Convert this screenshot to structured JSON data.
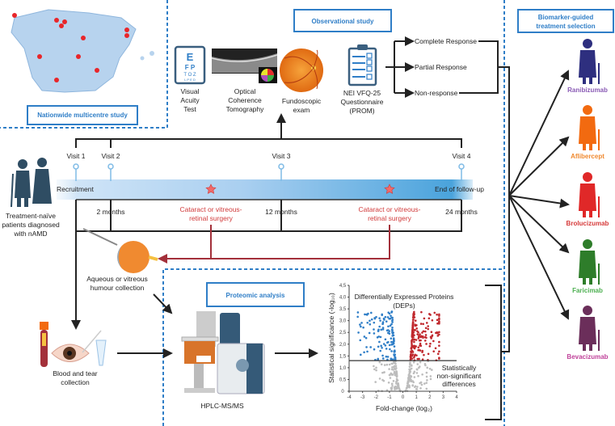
{
  "regions": {
    "nationwide": "Nationwide multicentre study",
    "observational": "Observational study",
    "biomarker": [
      "Biomarker-guided",
      "treatment selection"
    ],
    "proteomic": "Proteomic analysis"
  },
  "assessments": [
    {
      "lines": [
        "Visual",
        "Acuity",
        "Test"
      ]
    },
    {
      "lines": [
        "Optical",
        "Coherence",
        "Tomography"
      ]
    },
    {
      "lines": [
        "Fundoscopic",
        "exam"
      ]
    },
    {
      "lines": [
        "NEI VFQ-25",
        "Questionnaire",
        "(PROM)"
      ]
    }
  ],
  "eye_chart_letters": [
    "E",
    "F P",
    "T O Z",
    "L P E D"
  ],
  "responses": [
    "Complete Response",
    "Partial Response",
    "Non-response"
  ],
  "patients": [
    "Treatment-naïve",
    "patients diagnosed",
    "with nAMD"
  ],
  "timeline": {
    "visits": [
      "Visit 1",
      "Visit 2",
      "Visit 3",
      "Visit 4"
    ],
    "start": "Recruitment",
    "end": "End of follow-up",
    "months": [
      "2 months",
      "12 months",
      "24 months"
    ],
    "surgery": [
      "Cataract or vitreous-",
      "retinal surgery"
    ]
  },
  "samples": {
    "aqueous": [
      "Aqueous or vitreous",
      "humour collection"
    ],
    "blood_tear": [
      "Blood and tear",
      "collection"
    ],
    "instrument": "HPLC-MS/MS"
  },
  "volcano": {
    "title": [
      "Differentially Expressed Proteins",
      "(DEPs)"
    ],
    "ylabel": "Statistical significance (-log₁₀)",
    "xlabel": "Fold-change (log₂)",
    "xticks": [
      "-4",
      "-3",
      "-2",
      "-1",
      "0",
      "1",
      "2",
      "3",
      "4"
    ],
    "yticks": [
      "0",
      "0,5",
      "1,0",
      "1,5",
      "2,0",
      "2,5",
      "3,0",
      "3,5",
      "4,0",
      "4,5"
    ],
    "xlim": [
      -4,
      4
    ],
    "ylim": [
      0,
      4.5
    ],
    "threshold": 1.3,
    "nonsig": [
      "Statistically",
      "non-significant",
      "differences"
    ],
    "colors": {
      "down": "#2f7ec7",
      "up": "#c0282d",
      "ns": "#bdbdbd"
    }
  },
  "treatments": [
    {
      "name": "Ranibizumab",
      "color": "#2e2f7f",
      "label_color": "#8a5bb5"
    },
    {
      "name": "Aflibercept",
      "color": "#f26a10",
      "label_color": "#f08a30"
    },
    {
      "name": "Brolucizumab",
      "color": "#e02828",
      "label_color": "#d63a3a"
    },
    {
      "name": "Faricimab",
      "color": "#2e7d2a",
      "label_color": "#4caf50"
    },
    {
      "name": "Bevacizumab",
      "color": "#6b2e5a",
      "label_color": "#c0429a"
    }
  ]
}
